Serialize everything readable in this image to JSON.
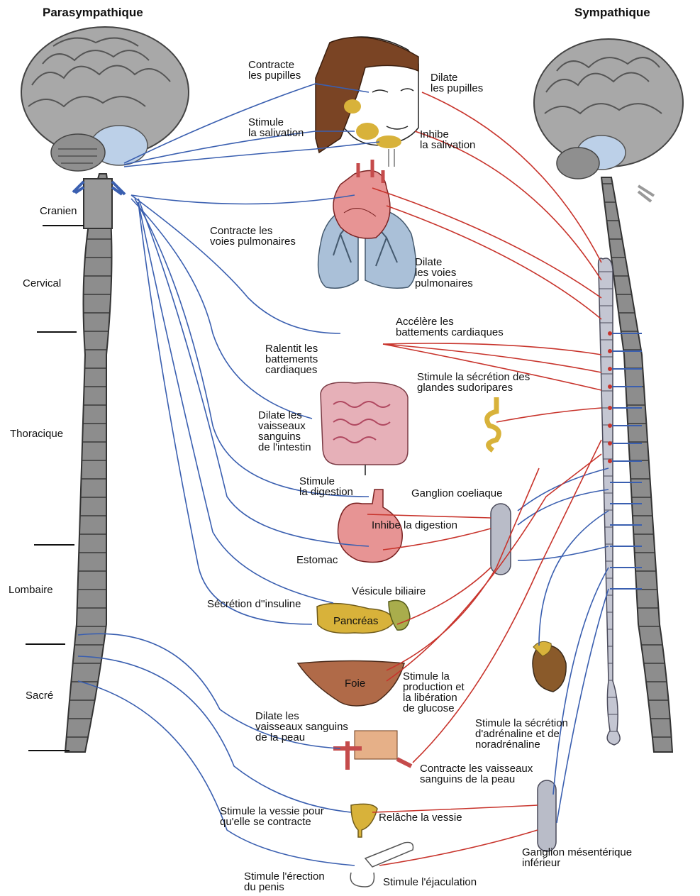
{
  "titles": {
    "left": "Parasympathique",
    "right": "Sympathique"
  },
  "regions": [
    "Cranien",
    "Cervical",
    "Thoracique",
    "Lombaire",
    "Sacré"
  ],
  "organs": {
    "foie": "Foie",
    "pancreas": "Pancréas",
    "estomac": "Estomac"
  },
  "effects": {
    "contracte_pupilles": [
      "Contracte",
      "les pupilles"
    ],
    "dilate_pupilles": [
      "Dilate",
      "les pupilles"
    ],
    "stimule_salivation": [
      "Stimule",
      "la salivation"
    ],
    "inhibe_salivation": [
      "Inhibe",
      "la salivation"
    ],
    "contracte_voies": [
      "Contracte les",
      "voies pulmonaires"
    ],
    "dilate_voies": [
      "Dilate",
      "les voies",
      "pulmonaires"
    ],
    "accelere": [
      "Accélère les",
      "battements cardiaques"
    ],
    "ralentit": [
      "Ralentit les",
      "battements",
      "cardiaques"
    ],
    "sudoripares": [
      "Stimule la sécrétion des",
      "glandes sudoripares"
    ],
    "dilate_intestin": [
      "Dilate les",
      "vaisseaux",
      "sanguins",
      "de l'intestin"
    ],
    "stimule_digestion": [
      "Stimule",
      "la digestion"
    ],
    "ganglion_coeliaque": "Ganglion coeliaque",
    "inhibe_digestion": "Inhibe la digestion",
    "vesicule": "Vésicule biliaire",
    "insuline": "Sécrétion d''insuline",
    "glucose": [
      "Stimule la",
      "production et",
      "la libération",
      "de glucose"
    ],
    "dilate_peau": [
      "Dilate les",
      "vaisseaux sanguins",
      "de la peau"
    ],
    "adrenaline": [
      "Stimule la sécrétion",
      "d'adrénaline et de",
      "noradrénaline"
    ],
    "contracte_peau": [
      "Contracte les vaisseaux",
      "sanguins de la peau"
    ],
    "stimule_vessie": [
      "Stimule la vessie pour",
      "qu'elle se contracte"
    ],
    "relache_vessie": "Relâche la vessie",
    "ganglion_mesenterique": [
      "Ganglion mésentérique",
      "inférieur"
    ],
    "erection": [
      "Stimule l'érection",
      "du penis"
    ],
    "ejaculation": "Stimule l'éjaculation"
  },
  "colors": {
    "parasympathetic": "#3a5fb0",
    "sympathetic": "#c8342c",
    "brain": "#9c9c9c",
    "spine": "#8f8f8f",
    "hair": "#7a4424",
    "organ_red": "#e79494",
    "liver": "#b06a48",
    "pancreas": "#d8b23a",
    "lung": "#aac0d8",
    "chain": "#b9bcc8"
  }
}
